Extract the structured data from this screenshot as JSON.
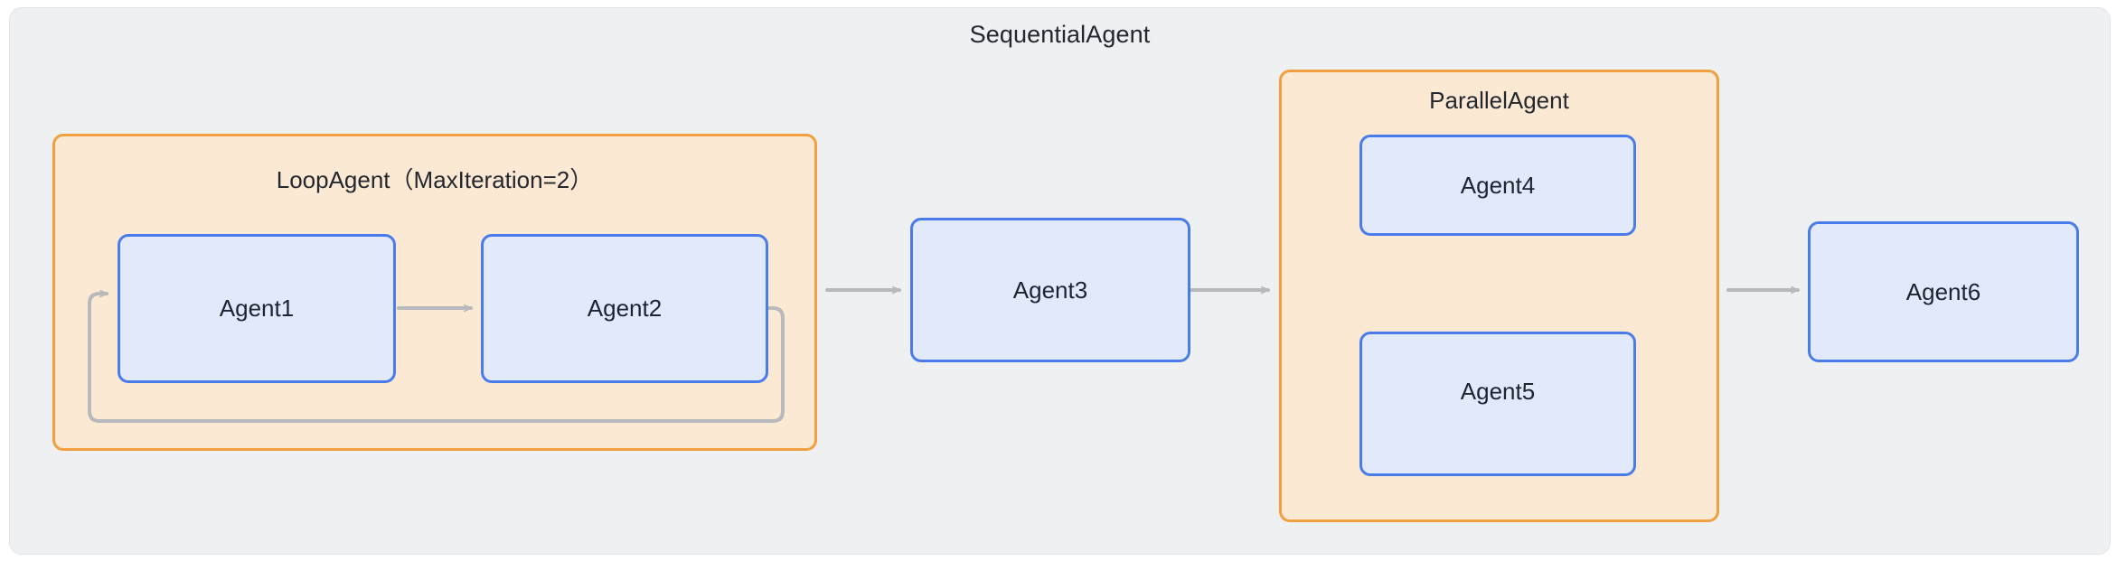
{
  "diagram": {
    "title": "SequentialAgent",
    "groups": [
      {
        "id": "loop-agent",
        "label": "LoopAgent（MaxIteration=2）"
      },
      {
        "id": "parallel-agent",
        "label": "ParallelAgent"
      }
    ],
    "nodes": [
      {
        "id": "agent1",
        "label": "Agent1",
        "parent": "loop-agent"
      },
      {
        "id": "agent2",
        "label": "Agent2",
        "parent": "loop-agent"
      },
      {
        "id": "agent3",
        "label": "Agent3",
        "parent": "sequential-agent"
      },
      {
        "id": "agent4",
        "label": "Agent4",
        "parent": "parallel-agent"
      },
      {
        "id": "agent5",
        "label": "Agent5",
        "parent": "parallel-agent"
      },
      {
        "id": "agent6",
        "label": "Agent6",
        "parent": "sequential-agent"
      }
    ],
    "edges": [
      {
        "from": "agent1",
        "to": "agent2",
        "kind": "arrow"
      },
      {
        "from": "agent2",
        "to": "agent1",
        "kind": "loop-back"
      },
      {
        "from": "loop-agent",
        "to": "agent3",
        "kind": "arrow"
      },
      {
        "from": "agent3",
        "to": "parallel-agent",
        "kind": "arrow"
      },
      {
        "from": "parallel-agent",
        "to": "agent6",
        "kind": "arrow"
      }
    ],
    "colors": {
      "canvas": "#ffffff",
      "outer_fill": "#eff0f2",
      "outer_border": "#e2e4e8",
      "group_fill": "#fce9d4",
      "group_border": "#f0a03f",
      "node_fill": "#e2e9fb",
      "node_border": "#4a7bec",
      "text": "#23272f",
      "connector": "#b7b9bd"
    }
  }
}
